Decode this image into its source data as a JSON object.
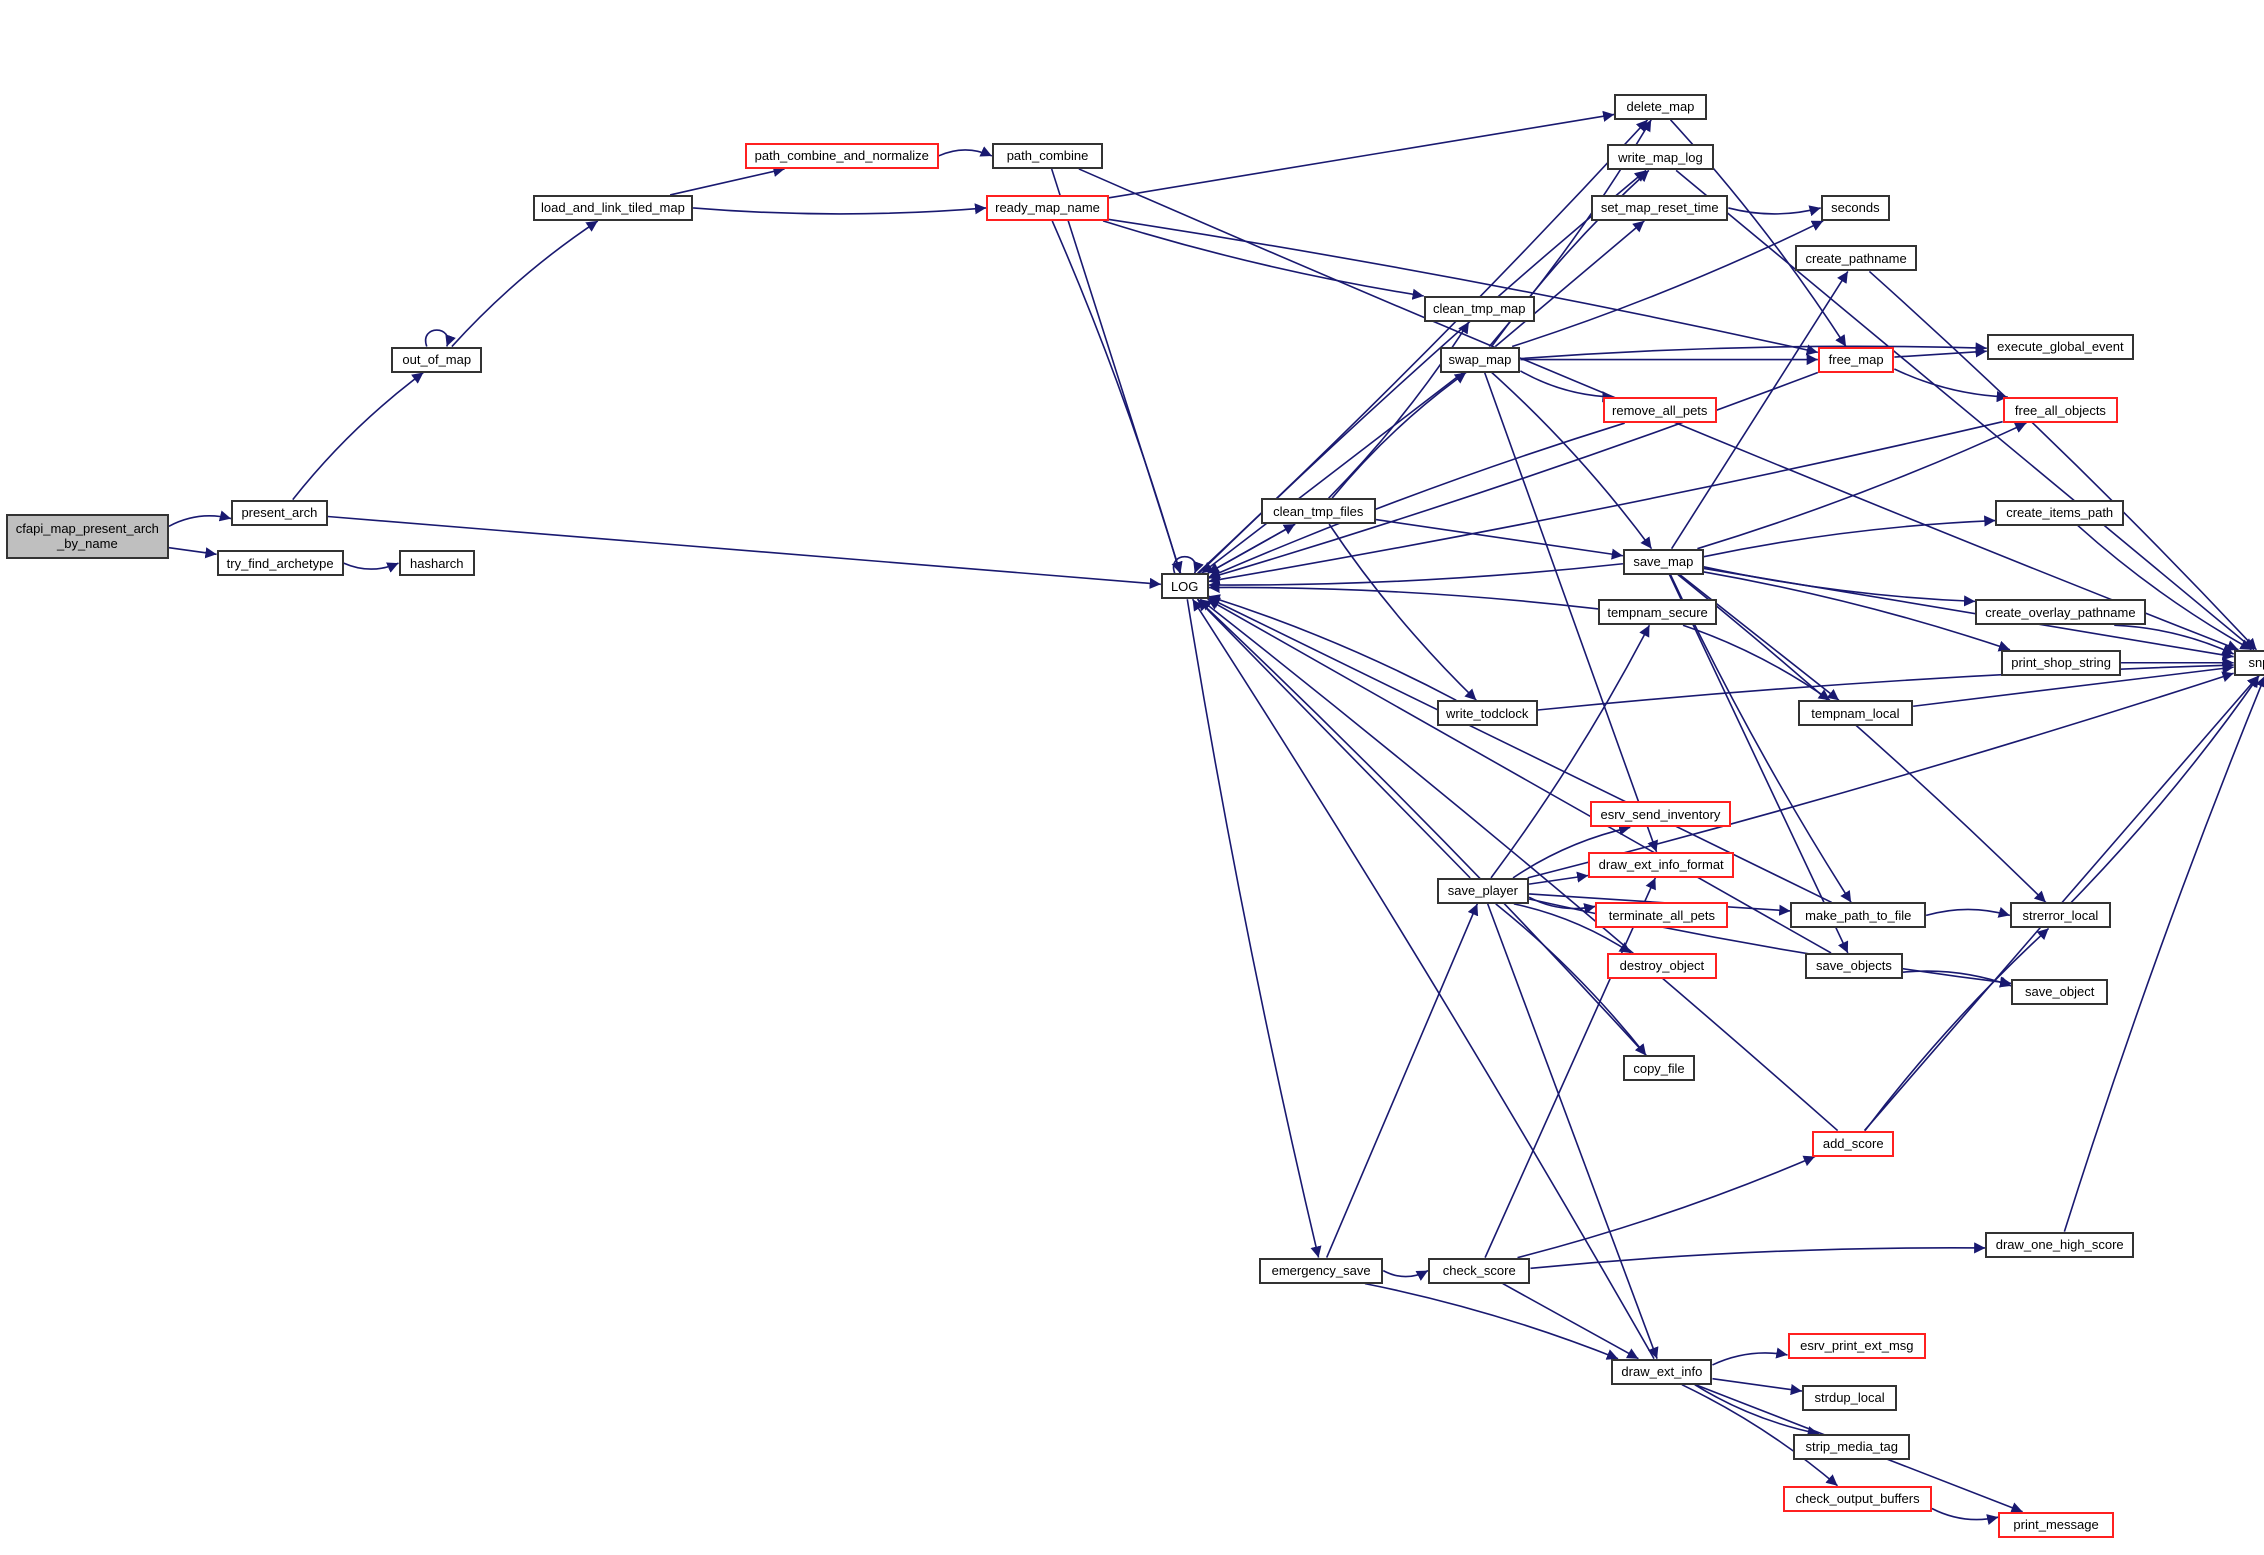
{
  "diagram": {
    "title": "cfapi_map_present_arch_by_name call graph",
    "colors": {
      "edge": "#191970",
      "node_border": "#333333",
      "node_border_incomplete": "#ff2020",
      "root_fill": "#bfbfbf"
    },
    "nodes": [
      {
        "id": "cfapi_map_present_arch_by_name",
        "label": "cfapi_map_present_arch\n_by_name",
        "style": "root"
      },
      {
        "id": "present_arch",
        "label": "present_arch",
        "style": "normal"
      },
      {
        "id": "try_find_archetype",
        "label": "try_find_archetype",
        "style": "normal"
      },
      {
        "id": "hasharch",
        "label": "hasharch",
        "style": "normal"
      },
      {
        "id": "out_of_map",
        "label": "out_of_map",
        "style": "normal"
      },
      {
        "id": "load_and_link_tiled_map",
        "label": "load_and_link_tiled_map",
        "style": "normal"
      },
      {
        "id": "path_combine_and_normalize",
        "label": "path_combine_and_normalize",
        "style": "red"
      },
      {
        "id": "path_combine",
        "label": "path_combine",
        "style": "normal"
      },
      {
        "id": "ready_map_name",
        "label": "ready_map_name",
        "style": "red"
      },
      {
        "id": "LOG",
        "label": "LOG",
        "style": "normal"
      },
      {
        "id": "delete_map",
        "label": "delete_map",
        "style": "normal"
      },
      {
        "id": "write_map_log",
        "label": "write_map_log",
        "style": "normal"
      },
      {
        "id": "set_map_reset_time",
        "label": "set_map_reset_time",
        "style": "normal"
      },
      {
        "id": "seconds",
        "label": "seconds",
        "style": "normal"
      },
      {
        "id": "create_pathname",
        "label": "create_pathname",
        "style": "normal"
      },
      {
        "id": "clean_tmp_map",
        "label": "clean_tmp_map",
        "style": "normal"
      },
      {
        "id": "swap_map",
        "label": "swap_map",
        "style": "normal"
      },
      {
        "id": "free_map",
        "label": "free_map",
        "style": "red"
      },
      {
        "id": "execute_global_event",
        "label": "execute_global_event",
        "style": "normal"
      },
      {
        "id": "remove_all_pets",
        "label": "remove_all_pets",
        "style": "red"
      },
      {
        "id": "free_all_objects",
        "label": "free_all_objects",
        "style": "red"
      },
      {
        "id": "clean_tmp_files",
        "label": "clean_tmp_files",
        "style": "normal"
      },
      {
        "id": "save_map",
        "label": "save_map",
        "style": "normal"
      },
      {
        "id": "create_items_path",
        "label": "create_items_path",
        "style": "normal"
      },
      {
        "id": "tempnam_secure",
        "label": "tempnam_secure",
        "style": "normal"
      },
      {
        "id": "create_overlay_pathname",
        "label": "create_overlay_pathname",
        "style": "normal"
      },
      {
        "id": "snprintf",
        "label": "snprintf",
        "style": "normal"
      },
      {
        "id": "print_shop_string",
        "label": "print_shop_string",
        "style": "normal"
      },
      {
        "id": "write_todclock",
        "label": "write_todclock",
        "style": "normal"
      },
      {
        "id": "tempnam_local",
        "label": "tempnam_local",
        "style": "normal"
      },
      {
        "id": "esrv_send_inventory",
        "label": "esrv_send_inventory",
        "style": "red"
      },
      {
        "id": "draw_ext_info_format",
        "label": "draw_ext_info_format",
        "style": "red"
      },
      {
        "id": "save_player",
        "label": "save_player",
        "style": "normal"
      },
      {
        "id": "terminate_all_pets",
        "label": "terminate_all_pets",
        "style": "red"
      },
      {
        "id": "make_path_to_file",
        "label": "make_path_to_file",
        "style": "normal"
      },
      {
        "id": "strerror_local",
        "label": "strerror_local",
        "style": "normal"
      },
      {
        "id": "destroy_object",
        "label": "destroy_object",
        "style": "red"
      },
      {
        "id": "save_objects",
        "label": "save_objects",
        "style": "normal"
      },
      {
        "id": "save_object",
        "label": "save_object",
        "style": "normal"
      },
      {
        "id": "copy_file",
        "label": "copy_file",
        "style": "normal"
      },
      {
        "id": "add_score",
        "label": "add_score",
        "style": "red"
      },
      {
        "id": "draw_one_high_score",
        "label": "draw_one_high_score",
        "style": "normal"
      },
      {
        "id": "emergency_save",
        "label": "emergency_save",
        "style": "normal"
      },
      {
        "id": "check_score",
        "label": "check_score",
        "style": "normal"
      },
      {
        "id": "esrv_print_ext_msg",
        "label": "esrv_print_ext_msg",
        "style": "red"
      },
      {
        "id": "draw_ext_info",
        "label": "draw_ext_info",
        "style": "normal"
      },
      {
        "id": "strdup_local",
        "label": "strdup_local",
        "style": "normal"
      },
      {
        "id": "strip_media_tag",
        "label": "strip_media_tag",
        "style": "normal"
      },
      {
        "id": "check_output_buffers",
        "label": "check_output_buffers",
        "style": "red"
      },
      {
        "id": "print_message",
        "label": "print_message",
        "style": "red"
      }
    ],
    "edges": [
      [
        "cfapi_map_present_arch_by_name",
        "present_arch"
      ],
      [
        "cfapi_map_present_arch_by_name",
        "try_find_archetype"
      ],
      [
        "try_find_archetype",
        "hasharch"
      ],
      [
        "present_arch",
        "out_of_map"
      ],
      [
        "present_arch",
        "LOG"
      ],
      [
        "out_of_map",
        "out_of_map"
      ],
      [
        "out_of_map",
        "load_and_link_tiled_map"
      ],
      [
        "load_and_link_tiled_map",
        "path_combine_and_normalize"
      ],
      [
        "load_and_link_tiled_map",
        "ready_map_name"
      ],
      [
        "path_combine_and_normalize",
        "path_combine"
      ],
      [
        "path_combine",
        "LOG"
      ],
      [
        "path_combine",
        "snprintf"
      ],
      [
        "ready_map_name",
        "LOG"
      ],
      [
        "ready_map_name",
        "delete_map"
      ],
      [
        "ready_map_name",
        "clean_tmp_map"
      ],
      [
        "ready_map_name",
        "free_map"
      ],
      [
        "LOG",
        "LOG"
      ],
      [
        "LOG",
        "delete_map"
      ],
      [
        "LOG",
        "write_map_log"
      ],
      [
        "LOG",
        "clean_tmp_files"
      ],
      [
        "LOG",
        "emergency_save"
      ],
      [
        "delete_map",
        "free_map"
      ],
      [
        "write_map_log",
        "snprintf"
      ],
      [
        "set_map_reset_time",
        "seconds"
      ],
      [
        "create_pathname",
        "snprintf"
      ],
      [
        "swap_map",
        "LOG"
      ],
      [
        "swap_map",
        "delete_map"
      ],
      [
        "swap_map",
        "write_map_log"
      ],
      [
        "swap_map",
        "set_map_reset_time"
      ],
      [
        "swap_map",
        "seconds"
      ],
      [
        "swap_map",
        "execute_global_event"
      ],
      [
        "swap_map",
        "free_map"
      ],
      [
        "swap_map",
        "remove_all_pets"
      ],
      [
        "swap_map",
        "save_map"
      ],
      [
        "swap_map",
        "draw_ext_info_format"
      ],
      [
        "remove_all_pets",
        "LOG"
      ],
      [
        "free_map",
        "LOG"
      ],
      [
        "free_map",
        "execute_global_event"
      ],
      [
        "free_map",
        "free_all_objects"
      ],
      [
        "free_all_objects",
        "LOG"
      ],
      [
        "clean_tmp_files",
        "LOG"
      ],
      [
        "clean_tmp_files",
        "clean_tmp_map"
      ],
      [
        "clean_tmp_files",
        "swap_map"
      ],
      [
        "clean_tmp_files",
        "save_map"
      ],
      [
        "clean_tmp_files",
        "write_todclock"
      ],
      [
        "save_map",
        "LOG"
      ],
      [
        "save_map",
        "create_pathname"
      ],
      [
        "save_map",
        "free_all_objects"
      ],
      [
        "save_map",
        "create_items_path"
      ],
      [
        "save_map",
        "snprintf"
      ],
      [
        "save_map",
        "create_overlay_pathname"
      ],
      [
        "save_map",
        "print_shop_string"
      ],
      [
        "save_map",
        "tempnam_local"
      ],
      [
        "save_map",
        "make_path_to_file"
      ],
      [
        "save_map",
        "strerror_local"
      ],
      [
        "save_map",
        "save_objects"
      ],
      [
        "create_items_path",
        "snprintf"
      ],
      [
        "create_overlay_pathname",
        "snprintf"
      ],
      [
        "print_shop_string",
        "snprintf"
      ],
      [
        "tempnam_secure",
        "LOG"
      ],
      [
        "tempnam_secure",
        "tempnam_local"
      ],
      [
        "tempnam_local",
        "snprintf"
      ],
      [
        "write_todclock",
        "LOG"
      ],
      [
        "write_todclock",
        "snprintf"
      ],
      [
        "save_player",
        "LOG"
      ],
      [
        "save_player",
        "tempnam_secure"
      ],
      [
        "save_player",
        "esrv_send_inventory"
      ],
      [
        "save_player",
        "draw_ext_info_format"
      ],
      [
        "save_player",
        "terminate_all_pets"
      ],
      [
        "save_player",
        "destroy_object"
      ],
      [
        "save_player",
        "make_path_to_file"
      ],
      [
        "save_player",
        "save_object"
      ],
      [
        "save_player",
        "copy_file"
      ],
      [
        "save_player",
        "draw_ext_info"
      ],
      [
        "save_player",
        "snprintf"
      ],
      [
        "make_path_to_file",
        "strerror_local"
      ],
      [
        "make_path_to_file",
        "LOG"
      ],
      [
        "strerror_local",
        "snprintf"
      ],
      [
        "save_objects",
        "save_object"
      ],
      [
        "save_objects",
        "LOG"
      ],
      [
        "copy_file",
        "LOG"
      ],
      [
        "add_score",
        "strerror_local"
      ],
      [
        "add_score",
        "snprintf"
      ],
      [
        "add_score",
        "LOG"
      ],
      [
        "draw_one_high_score",
        "snprintf"
      ],
      [
        "emergency_save",
        "save_player"
      ],
      [
        "emergency_save",
        "check_score"
      ],
      [
        "emergency_save",
        "draw_ext_info"
      ],
      [
        "check_score",
        "draw_ext_info_format"
      ],
      [
        "check_score",
        "add_score"
      ],
      [
        "check_score",
        "draw_one_high_score"
      ],
      [
        "check_score",
        "draw_ext_info"
      ],
      [
        "draw_ext_info",
        "LOG"
      ],
      [
        "draw_ext_info",
        "esrv_print_ext_msg"
      ],
      [
        "draw_ext_info",
        "strdup_local"
      ],
      [
        "draw_ext_info",
        "strip_media_tag"
      ],
      [
        "draw_ext_info",
        "check_output_buffers"
      ],
      [
        "draw_ext_info",
        "print_message"
      ],
      [
        "check_output_buffers",
        "print_message"
      ]
    ]
  }
}
